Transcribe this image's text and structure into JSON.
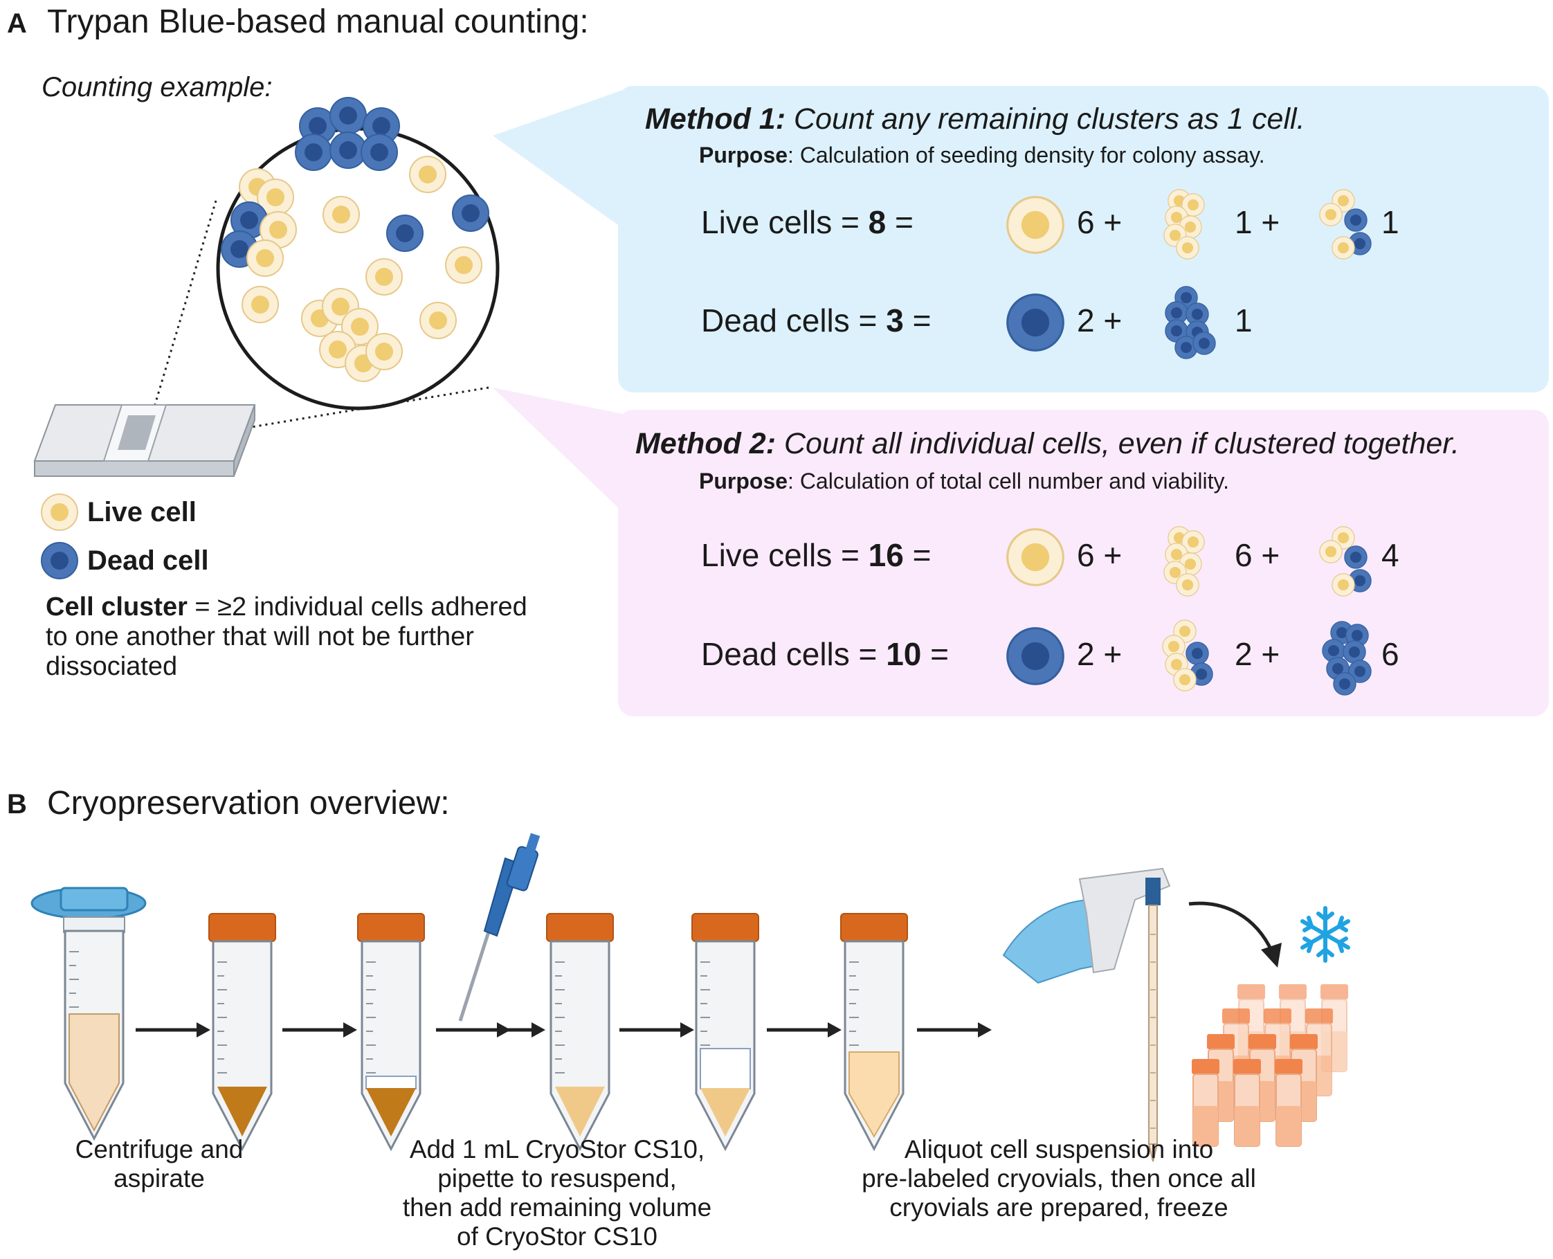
{
  "panel_a": {
    "letter": "A",
    "title": "Trypan Blue-based manual counting:",
    "counting_example": "Counting example:",
    "legend": {
      "live": "Live cell",
      "dead": "Dead cell"
    },
    "cluster_def": {
      "term": "Cell cluster",
      "text": " = ≥2 individual cells adhered to one another that will not be further dissociated"
    },
    "method1": {
      "head": "Method 1:",
      "desc": " Count any remaining clusters as 1 cell.",
      "purpose_label": "Purpose",
      "purpose_text": ": Calculation of seeding density for colony assay.",
      "live": {
        "label": "Live cells = ",
        "value": "8",
        "eq": " =",
        "terms": [
          "6 +",
          "1 +",
          "1"
        ]
      },
      "dead": {
        "label": "Dead cells = ",
        "value": "3",
        "eq": " =",
        "terms": [
          "2 +",
          "1"
        ]
      }
    },
    "method2": {
      "head": "Method 2:",
      "desc": " Count all individual cells, even if clustered together.",
      "purpose_label": "Purpose",
      "purpose_text": ": Calculation of total cell number and viability.",
      "live": {
        "label": "Live cells = ",
        "value": "16",
        "eq": " =",
        "terms": [
          "6 +",
          "6 +",
          "4"
        ]
      },
      "dead": {
        "label": "Dead cells = ",
        "value": "10",
        "eq": " =",
        "terms": [
          "2 +",
          "2 +",
          "6"
        ]
      }
    }
  },
  "panel_b": {
    "letter": "B",
    "title": "Cryopreservation overview:",
    "captions": {
      "step1": [
        "Centrifuge and",
        "aspirate"
      ],
      "step2": [
        "Add 1 mL CryoStor CS10,",
        "pipette to resuspend,",
        "then add remaining volume",
        "of CryoStor CS10"
      ],
      "step3": [
        "Aliquot cell suspension into",
        "pre-labeled cryovials, then once all",
        "cryovials are prepared, freeze"
      ]
    }
  },
  "colors": {
    "live_fill": "#fbefd6",
    "live_core": "#f0cc72",
    "dead_fill": "#4a76b8",
    "dead_core": "#2a4f8f",
    "method1_bg": "#dcf1fb",
    "method2_bg": "#fbeafc",
    "tube_cap": "#d9681f",
    "pellet": "#c07a1a"
  }
}
